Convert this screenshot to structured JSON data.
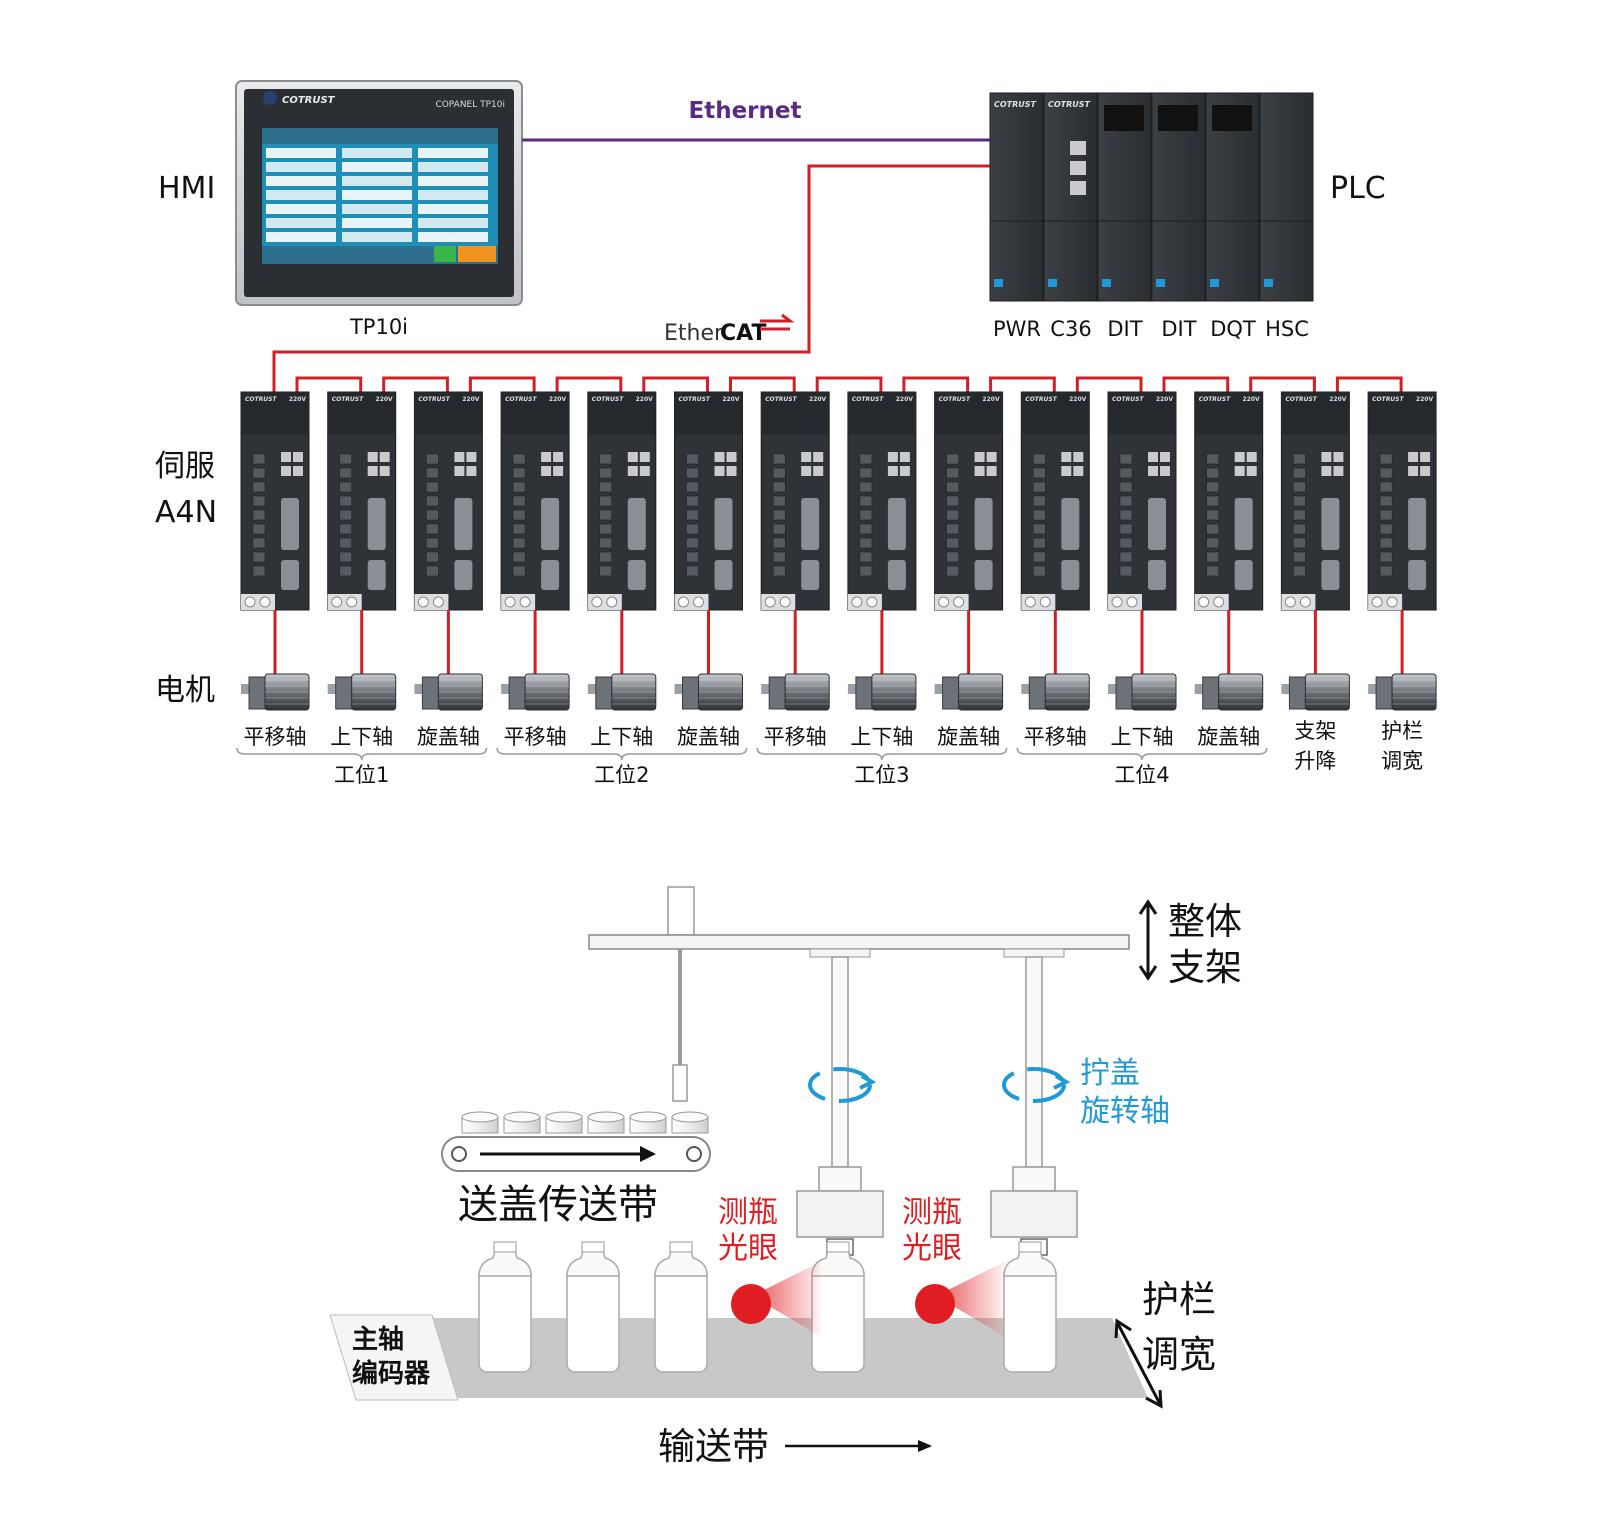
{
  "labels": {
    "hmi": "HMI",
    "plc": "PLC",
    "ethernet": "Ethernet",
    "ethercat_a": "Ether",
    "ethercat_b": "CAT",
    "tp10i": "TP10i",
    "servo_line1": "伺服",
    "servo_line2": "A4N",
    "motor": "电机"
  },
  "hmi_screen": {
    "brand": "COTRUST",
    "model": "COPANEL TP10i"
  },
  "plc_modules": [
    "PWR",
    "C36",
    "DIT",
    "DIT",
    "DQT",
    "HSC"
  ],
  "plc_brand": "COTRUST",
  "servo": {
    "brand": "COTRUST",
    "voltage": "220V",
    "count": 14
  },
  "axes": [
    {
      "line1": "平移轴"
    },
    {
      "line1": "上下轴"
    },
    {
      "line1": "旋盖轴"
    },
    {
      "line1": "平移轴"
    },
    {
      "line1": "上下轴"
    },
    {
      "line1": "旋盖轴"
    },
    {
      "line1": "平移轴"
    },
    {
      "line1": "上下轴"
    },
    {
      "line1": "旋盖轴"
    },
    {
      "line1": "平移轴"
    },
    {
      "line1": "上下轴"
    },
    {
      "line1": "旋盖轴"
    },
    {
      "line1": "支架",
      "line2": "升降"
    },
    {
      "line1": "护栏",
      "line2": "调宽"
    }
  ],
  "stations": [
    "工位1",
    "工位2",
    "工位3",
    "工位4"
  ],
  "machine": {
    "frame_line1": "整体",
    "frame_line2": "支架",
    "cap_rot_line1": "拧盖",
    "cap_rot_line2": "旋转轴",
    "cap_conveyor": "送盖传送带",
    "sensor_line1": "测瓶",
    "sensor_line2": "光眼",
    "rail_line1": "护栏",
    "rail_line2": "调宽",
    "encoder_line1": "主轴",
    "encoder_line2": "编码器",
    "belt": "输送带"
  },
  "colors": {
    "ethernet": "#5b2a86",
    "ethercat": "#d21f26",
    "device": "#2f3237",
    "sensor_red": "#e11d24",
    "accent_blue": "#1f9ad6",
    "hmi_screen": "#1f8fb7"
  }
}
